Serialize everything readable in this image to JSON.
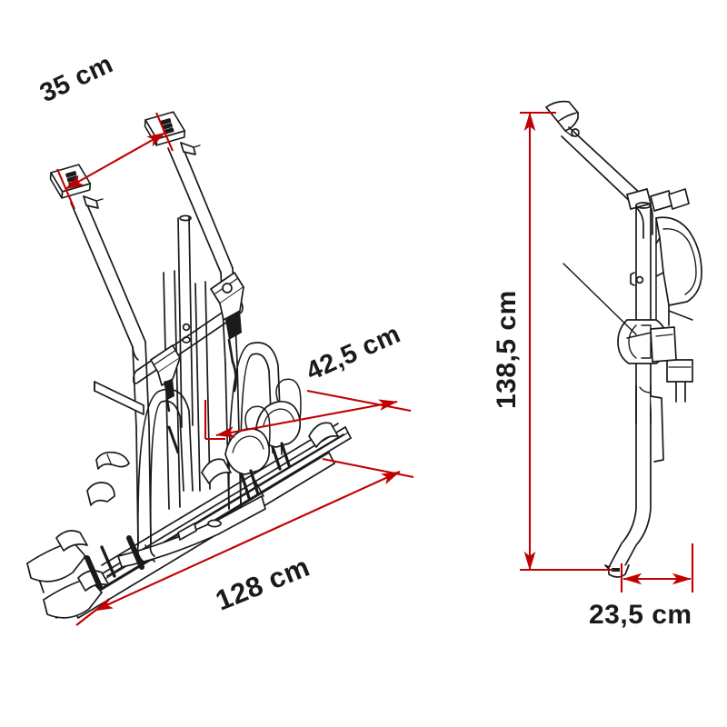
{
  "drawing": {
    "title": "Bike carrier dimensional drawing",
    "background_color": "#ffffff",
    "line_color": "#1a1a1a",
    "dimension_color": "#C00000",
    "views": [
      {
        "name": "rear-isometric-view",
        "position": "left"
      },
      {
        "name": "side-profile-view",
        "position": "right"
      }
    ]
  },
  "dimensions": {
    "arm_spacing": {
      "label": "35 cm",
      "value": 35,
      "unit": "cm",
      "view": "rear-isometric-view"
    },
    "rail_depth": {
      "label": "42,5 cm",
      "value": 42.5,
      "unit": "cm",
      "view": "rear-isometric-view"
    },
    "rail_width": {
      "label": "128 cm",
      "value": 128,
      "unit": "cm",
      "view": "rear-isometric-view"
    },
    "total_height": {
      "label": "138,5 cm",
      "value": 138.5,
      "unit": "cm",
      "view": "side-profile-view"
    },
    "total_depth": {
      "label": "23,5 cm",
      "value": 23.5,
      "unit": "cm",
      "view": "side-profile-view"
    }
  }
}
